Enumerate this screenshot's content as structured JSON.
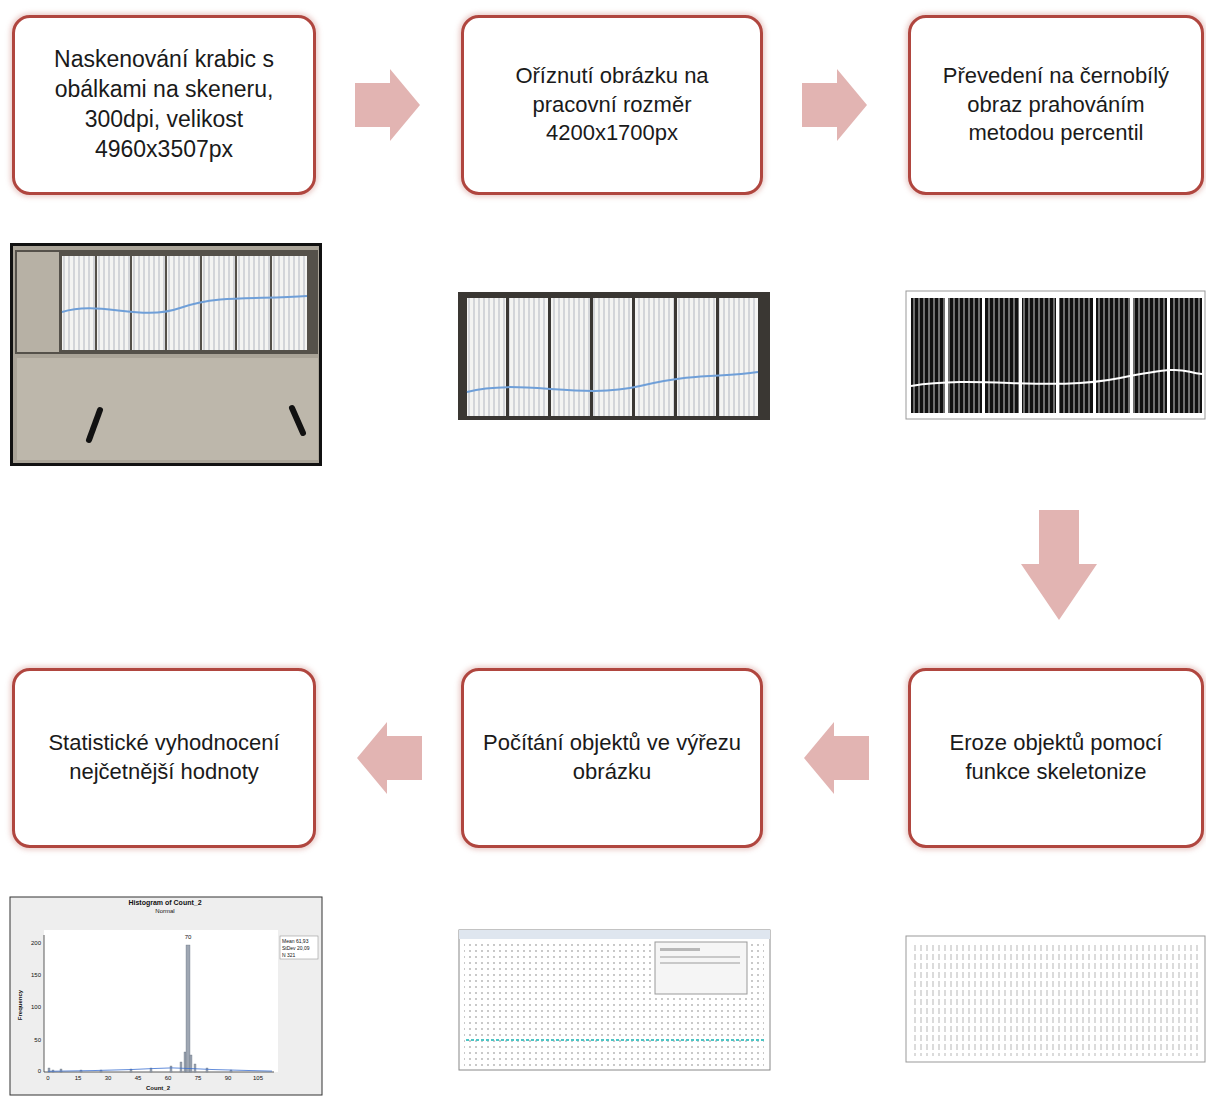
{
  "diagram": {
    "nodes": [
      {
        "text": [
          "Naskenování krabic s obálkami na skeneru, 300dpi, velikost 4960x3507px"
        ]
      },
      {
        "text": [
          "Oříznutí obrázku na pracovní rozměr 4200x1700px"
        ]
      },
      {
        "text": [
          "Převedení na černobílý obraz prahováním metodou percentil"
        ]
      },
      {
        "text": [
          "Eroze objektů pomocí funkce skeletonize"
        ]
      },
      {
        "text": [
          "Počítání objektů ve výřezu obrázku"
        ]
      },
      {
        "text": [
          "Statistické vyhodnocení nejčetnější hodnoty"
        ]
      }
    ],
    "edges": [
      {
        "from": 0,
        "to": 1,
        "arrow": "to"
      },
      {
        "from": 1,
        "to": 2,
        "arrow": "to"
      },
      {
        "from": 2,
        "to": 3,
        "arrow": "to"
      },
      {
        "from": 3,
        "to": 4,
        "arrow": "to"
      },
      {
        "from": 4,
        "to": 5,
        "arrow": "to"
      }
    ],
    "labels": [
      "Histogram of Count_2",
      "Normal",
      "70",
      "Mean 61,93",
      "StDev 20,09",
      "N 321",
      "200",
      "150",
      "100",
      "50",
      "0",
      "Frequency",
      "0",
      "15",
      "30",
      "45",
      "60",
      "75",
      "90",
      "105",
      "Count_2"
    ]
  }
}
